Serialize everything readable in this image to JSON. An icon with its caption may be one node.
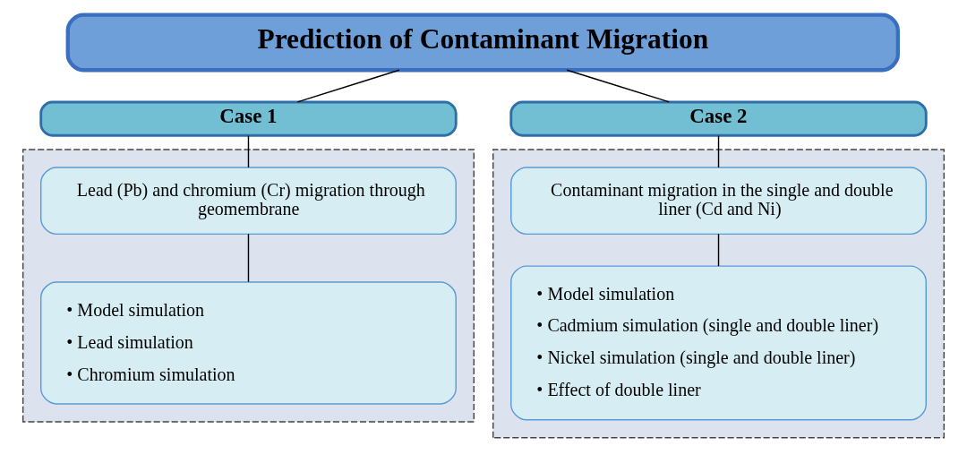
{
  "diagram": {
    "nodes": [
      {
        "text": [
          "Prediction of Contaminant Migration"
        ]
      },
      {
        "text": [
          "Case 1"
        ]
      },
      {
        "text": [],
        "shape": "box"
      },
      {
        "text": [
          "Lead (Pb) and chromium (Cr) migration through geomembrane"
        ],
        "in": 2
      },
      {
        "text": [
          "• Model simulation",
          "• Lead simulation",
          "• Chromium simulation"
        ],
        "in": 2
      },
      {
        "text": [
          "Case 2"
        ]
      },
      {
        "text": [],
        "shape": "box"
      },
      {
        "text": [
          "Contaminant migration in the single and double liner (Cd and Ni)"
        ],
        "in": 6
      },
      {
        "text": [
          "• Model simulation",
          "• Cadmium simulation (single and double liner)",
          "• Nickel simulation (single and double liner)",
          "• Effect of double liner"
        ],
        "in": 6
      }
    ],
    "edges": [
      {
        "from": 0,
        "to": 1,
        "arrow": "none"
      },
      {
        "from": 0,
        "to": 5,
        "arrow": "none"
      },
      {
        "from": 1,
        "to": 3,
        "arrow": "none"
      },
      {
        "from": 3,
        "to": 4,
        "arrow": "none"
      },
      {
        "from": 5,
        "to": 7,
        "arrow": "none"
      },
      {
        "from": 7,
        "to": 8,
        "arrow": "none"
      }
    ]
  }
}
